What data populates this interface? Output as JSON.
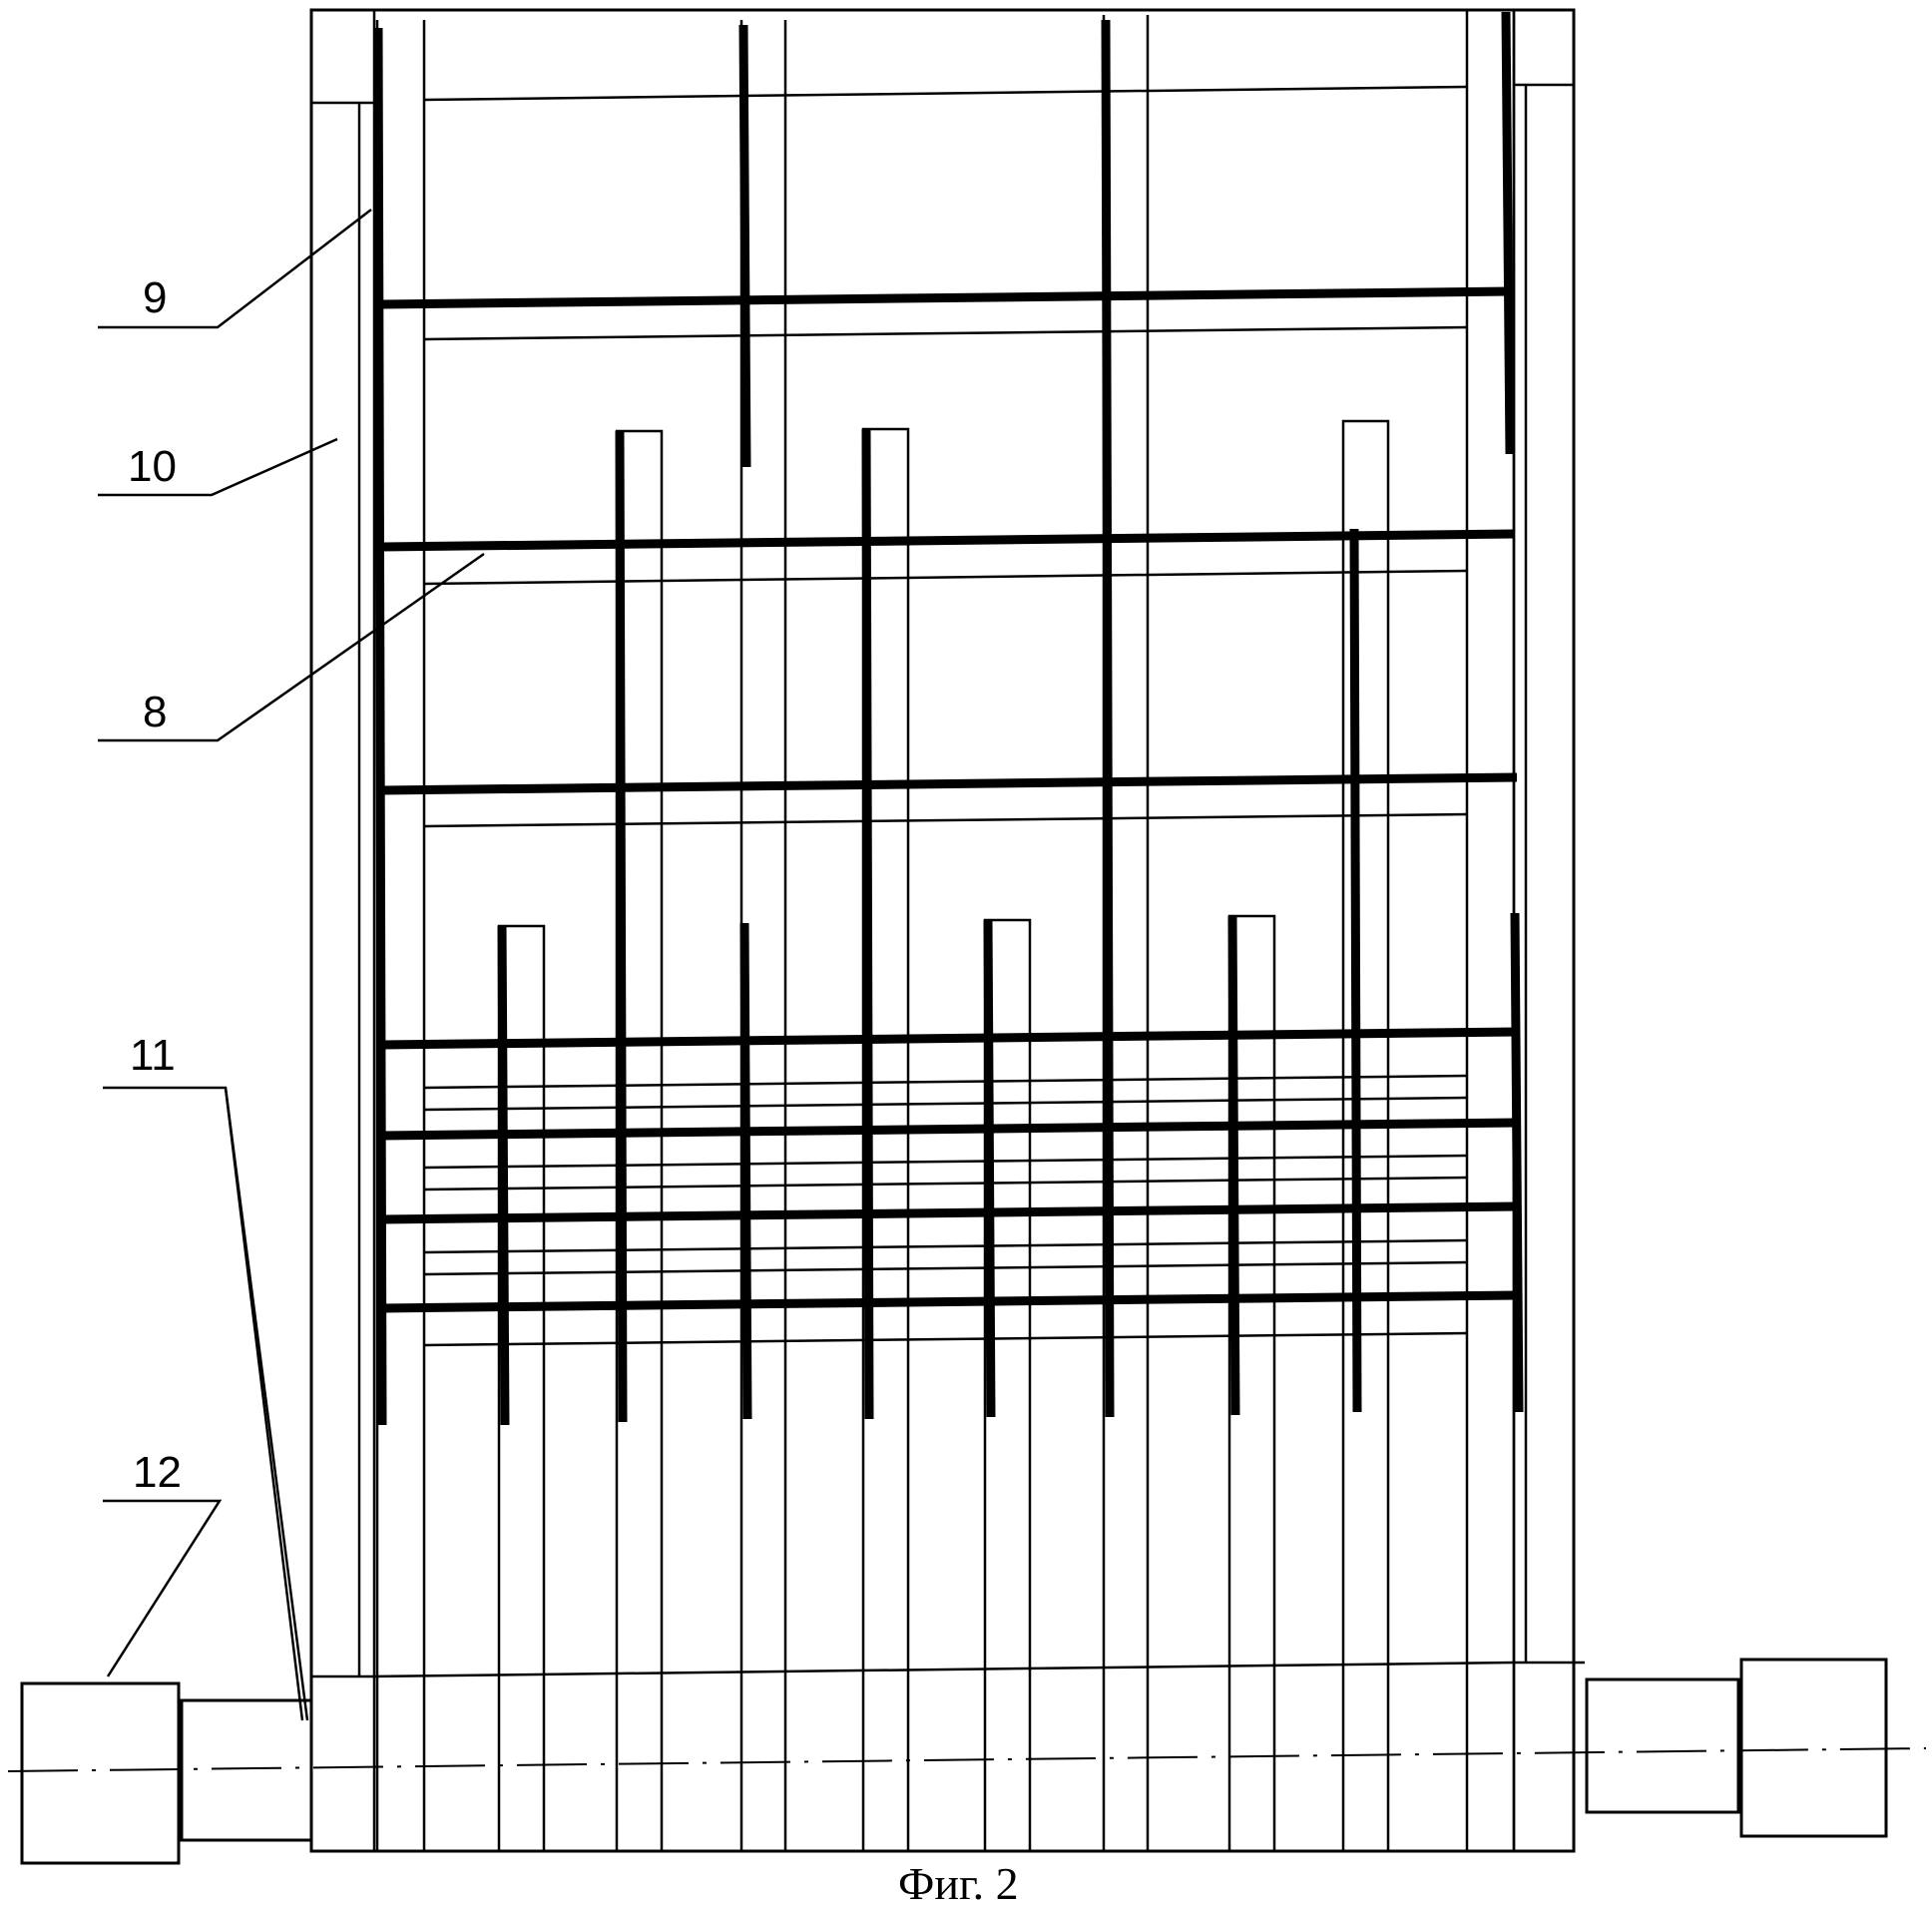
{
  "figure": {
    "caption": "Фиг. 2",
    "labels": {
      "l9": "9",
      "l10": "10",
      "l8": "8",
      "l11": "11",
      "l12": "12"
    }
  }
}
